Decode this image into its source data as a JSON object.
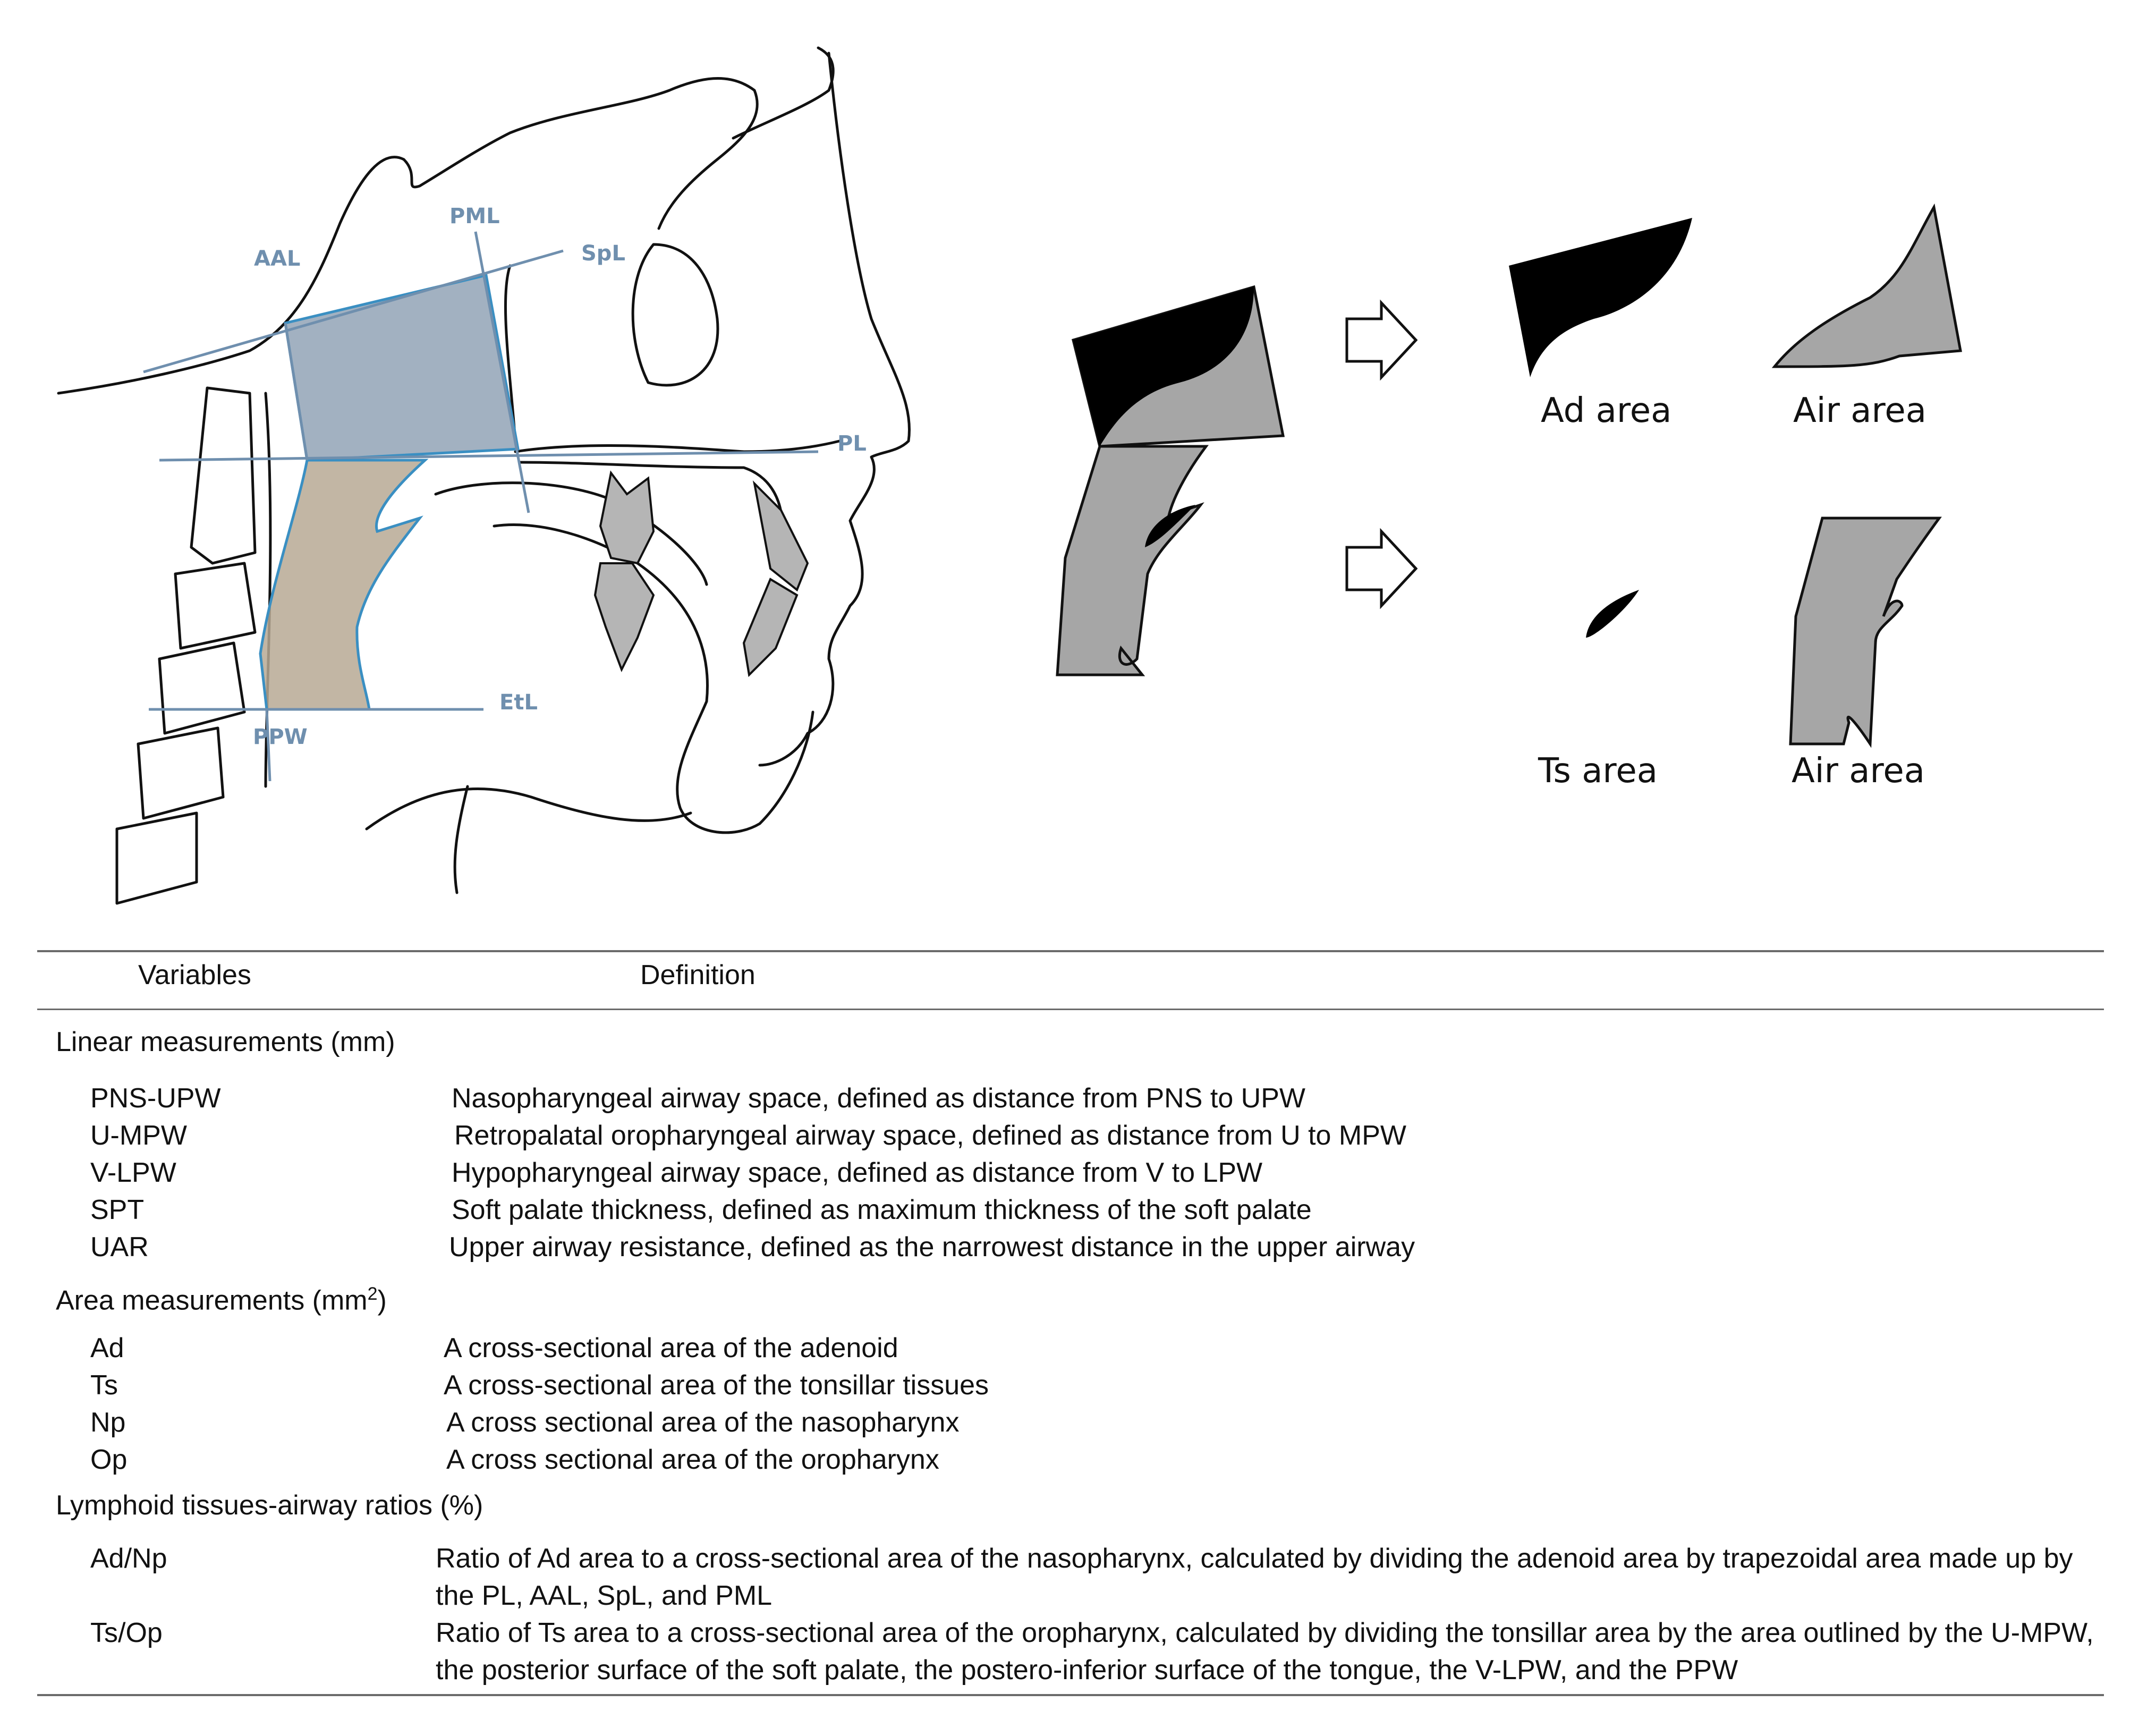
{
  "labels": {
    "aal": "AAL",
    "pml": "PML",
    "spl": "SpL",
    "pl": "PL",
    "etl": "EtL",
    "ppw": "PPW"
  },
  "captions": {
    "ad_area": "Ad area",
    "air_area_1": "Air area",
    "ts_area": "Ts area",
    "air_area_2": "Air area"
  },
  "colors": {
    "nasopharynx_fill": "#8b9db2",
    "oropharynx_fill": "#b7a994",
    "airway_line": "#3a8fc2",
    "ref_line": "#6f8fae",
    "adenoid": "#000000",
    "airway_gray": "#a6a6a6"
  },
  "table": {
    "headers": [
      "Variables",
      "Definition"
    ],
    "sections": [
      {
        "title": "Linear measurements (mm)",
        "rows": [
          {
            "var": "PNS-UPW",
            "def": "Nasopharyngeal airway space, defined as distance from PNS to UPW"
          },
          {
            "var": "U-MPW",
            "def": "Retropalatal oropharyngeal airway space, defined as distance from U to MPW"
          },
          {
            "var": "V-LPW",
            "def": "Hypopharyngeal airway space, defined as distance from V to LPW"
          },
          {
            "var": "SPT",
            "def": "Soft palate thickness, defined as maximum thickness of the soft palate"
          },
          {
            "var": "UAR",
            "def": "Upper airway resistance, defined as the narrowest distance in the upper airway"
          }
        ]
      },
      {
        "title": "Area measurements (mm",
        "title_sup": "2",
        "title_end": ")",
        "rows": [
          {
            "var": "Ad",
            "def": "A cross-sectional area of the adenoid"
          },
          {
            "var": "Ts",
            "def": "A cross-sectional area of the tonsillar tissues"
          },
          {
            "var": "Np",
            "def": "A cross sectional area of the nasopharynx"
          },
          {
            "var": "Op",
            "def": "A cross sectional area of the oropharynx"
          }
        ]
      },
      {
        "title": "Lymphoid tissues-airway ratios (%)",
        "rows": [
          {
            "var": "Ad/Np",
            "def": "Ratio of Ad area to a cross-sectional area of the nasopharynx, calculated by dividing the adenoid area by trapezoidal area made up by the PL, AAL, SpL, and PML"
          },
          {
            "var": "Ts/Op",
            "def": "Ratio of Ts area to a cross-sectional area of the oropharynx, calculated by dividing the tonsillar area by the area outlined by the U-MPW, the posterior surface of the soft palate, the postero-inferior surface of the tongue, the V-LPW, and the PPW"
          }
        ]
      }
    ]
  }
}
